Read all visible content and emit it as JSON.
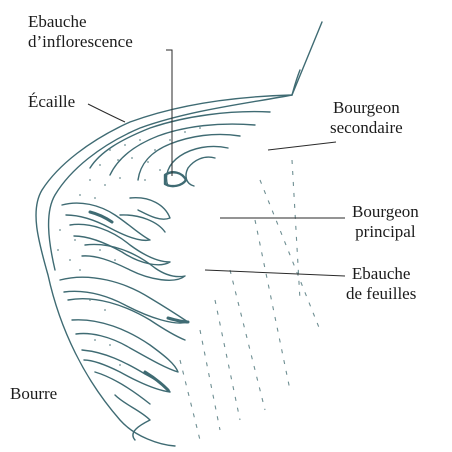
{
  "labels": {
    "ebauche_inflorescence_line1": "Ebauche",
    "ebauche_inflorescence_line2": "d’inflorescence",
    "ecaille": "Écaille",
    "bourgeon_secondaire_line1": "Bourgeon",
    "bourgeon_secondaire_line2": "secondaire",
    "bourgeon_principal_line1": "Bourgeon",
    "bourgeon_principal_line2": "principal",
    "ebauche_feuilles_line1": "Ebauche",
    "ebauche_feuilles_line2": "de feuilles",
    "bourre": "Bourre"
  },
  "colors": {
    "ink": "#3f6b73",
    "label": "#1c1c1c",
    "stipple": "#6f8f93"
  }
}
